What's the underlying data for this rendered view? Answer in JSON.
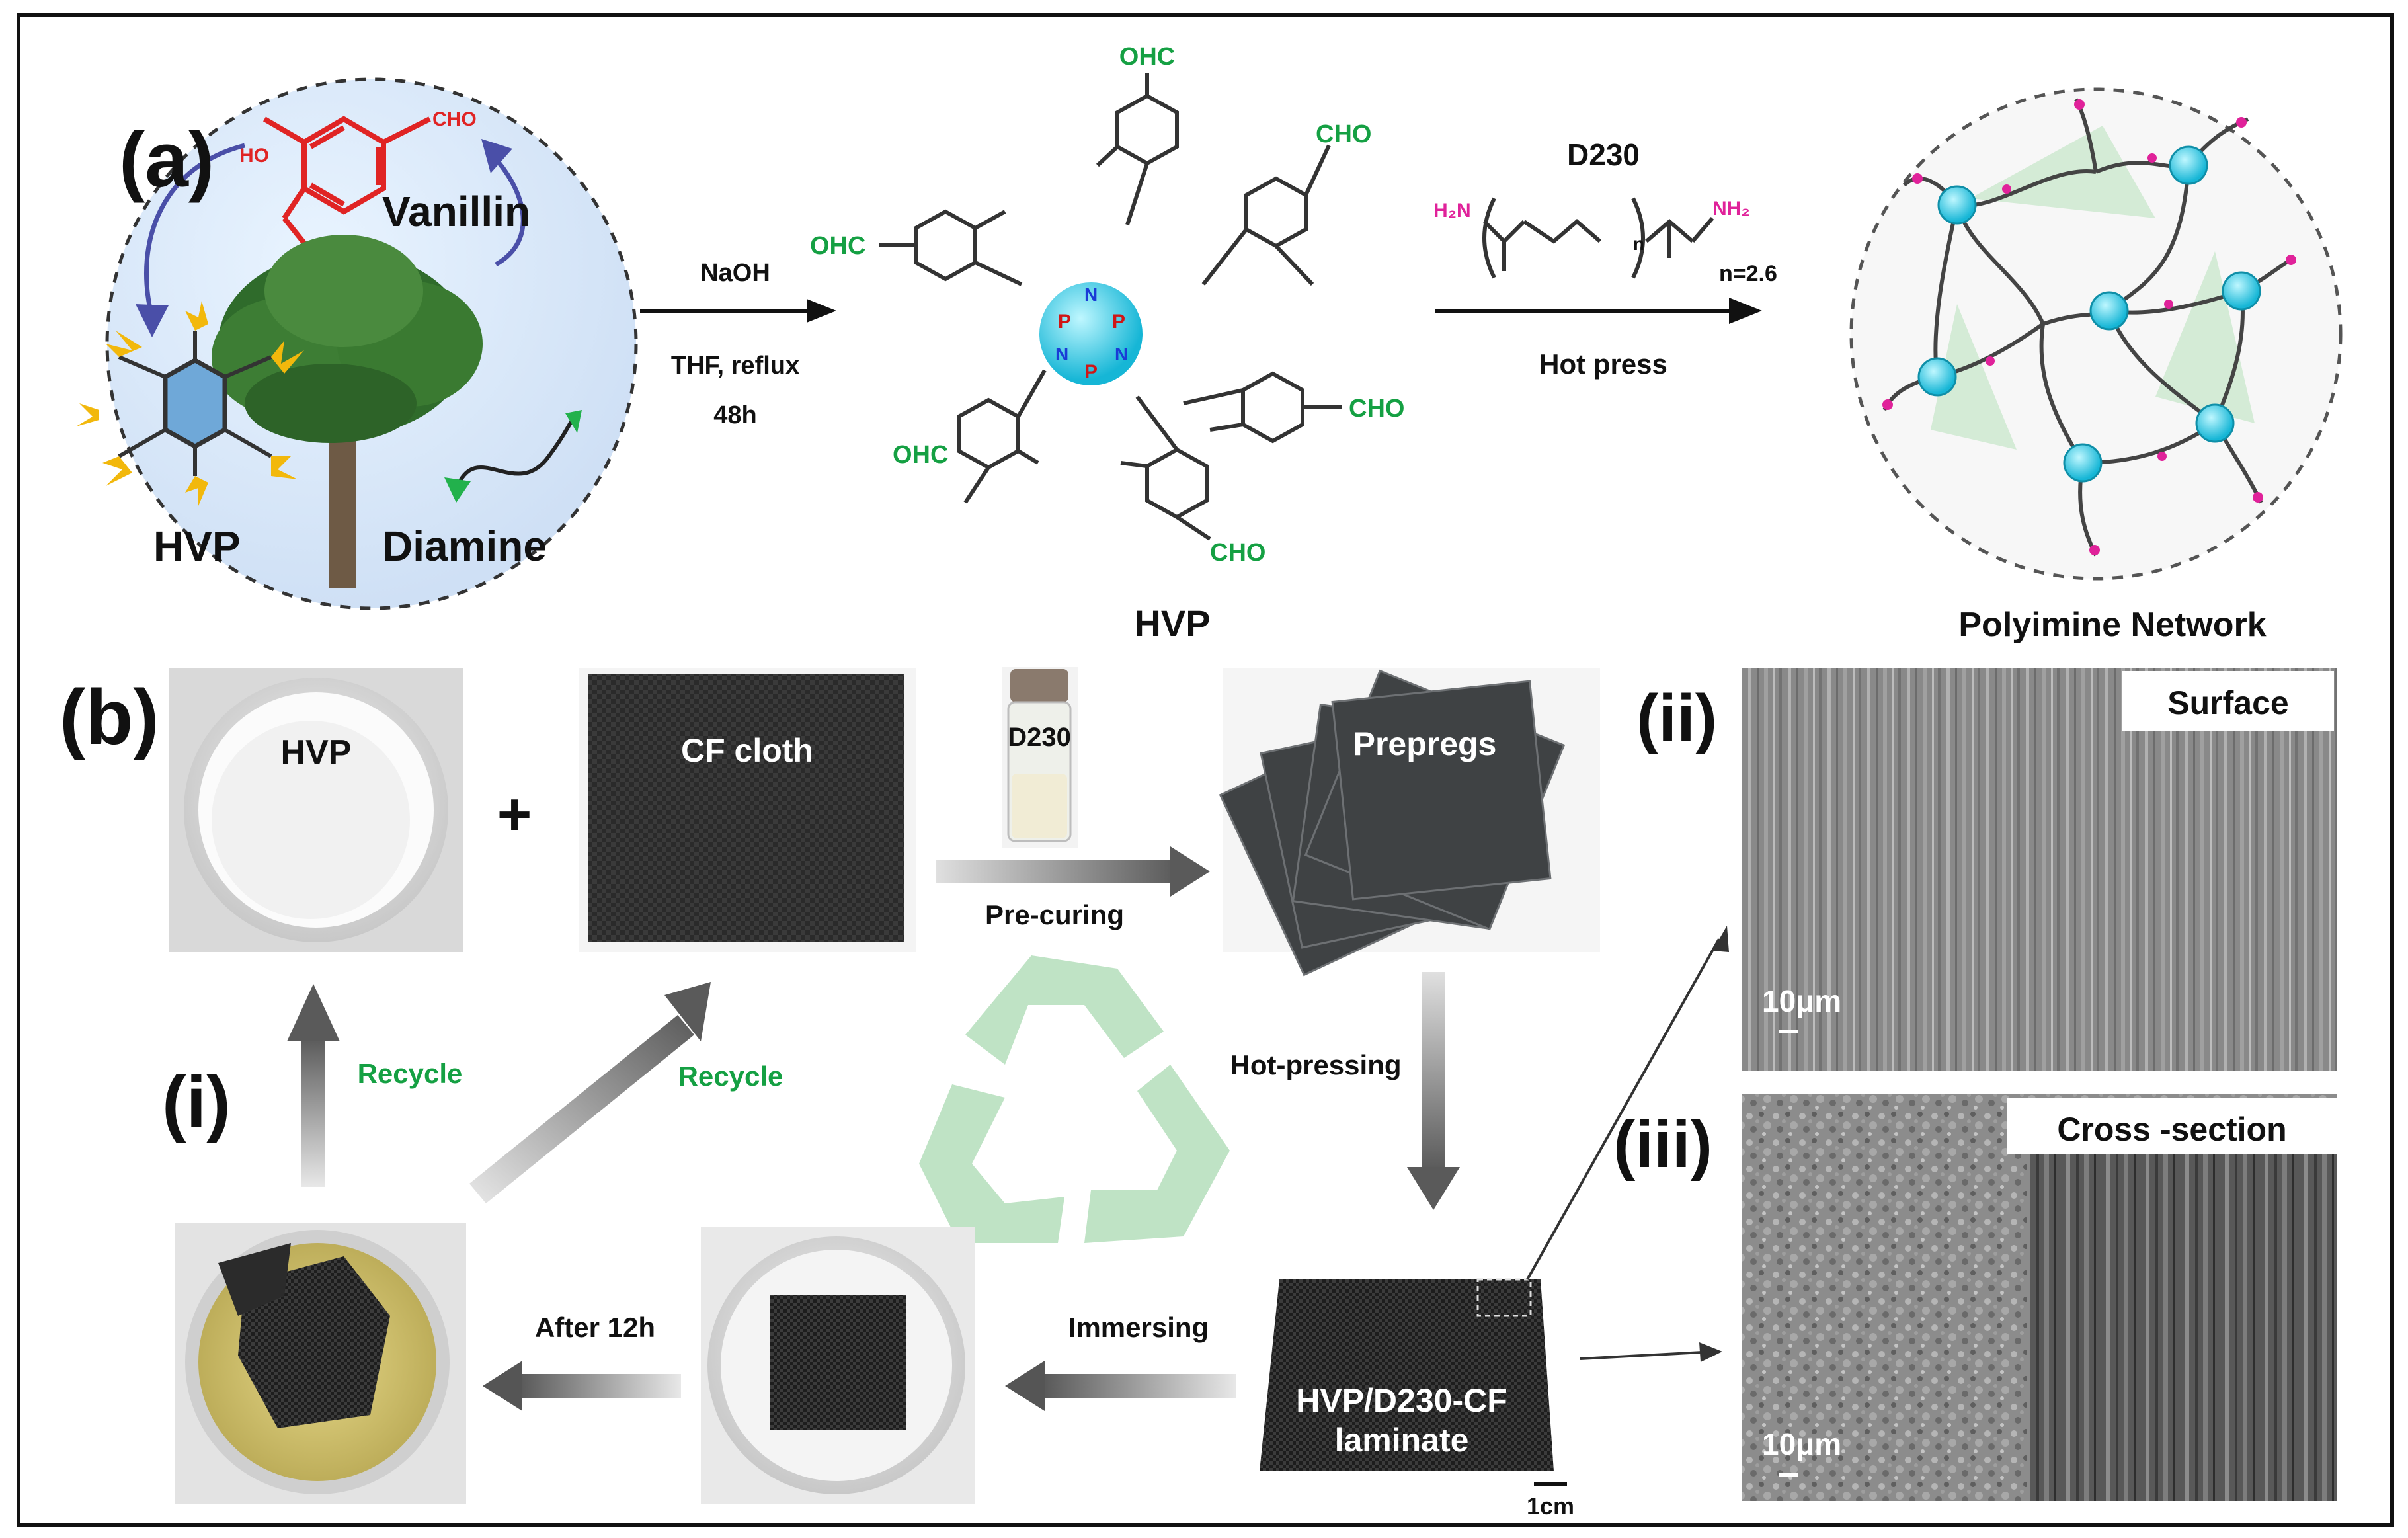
{
  "panel_a": {
    "tag": "(a)",
    "circle_labels": {
      "vanillin": "Vanillin",
      "hvp": "HVP",
      "diamine": "Diamine"
    },
    "vanillin_structure": {
      "ho": "HO",
      "cho": "CHO"
    },
    "step1": {
      "reagent": "NaOH",
      "conditions": "THF, reflux",
      "time": "48h"
    },
    "hvp_molecule": {
      "cho_groups": [
        "OHC",
        "CHO",
        "OHC",
        "CHO",
        "OHC",
        "CHO"
      ],
      "name": "HVP"
    },
    "step2": {
      "amine": "D230",
      "n_value": "n=2.6",
      "process": "Hot press",
      "h2n": "H₂N",
      "nh2": "NH₂",
      "n": "n"
    },
    "network_label": "Polyimine Network"
  },
  "panel_b": {
    "tag": "(b)",
    "photos": {
      "hvp": "HVP",
      "cf_cloth": "CF cloth",
      "vial": "D230",
      "prepregs": "Prepregs",
      "laminate_line1": "HVP/D230-CF",
      "laminate_line2": "laminate",
      "scale": "1cm"
    },
    "plus": "+",
    "arrows": {
      "precuring": "Pre-curing",
      "hotpressing": "Hot-pressing",
      "immersing": "Immersing",
      "after": "After 12h",
      "recycle_left": "Recycle",
      "recycle_right": "Recycle"
    },
    "sub_tags": {
      "i": "(i)",
      "ii": "(ii)",
      "iii": "(iii)"
    },
    "sem": {
      "surface": "Surface",
      "cross": "Cross -section",
      "scale": "10μm"
    }
  },
  "colors": {
    "cho_green": "#15a043",
    "amine_magenta": "#e0229a",
    "p_red": "#d01515",
    "n_blue": "#1a3bd6",
    "recycle_green": "#bfe3c5"
  }
}
